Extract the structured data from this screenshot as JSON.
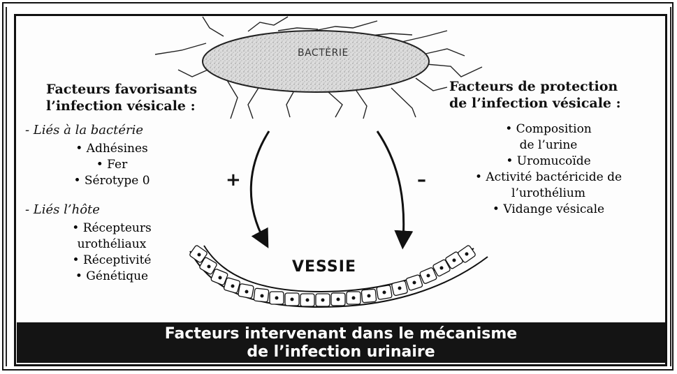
{
  "bacteria_label": "BACTÉRIE",
  "organ_label": "VESSIE",
  "left": {
    "heading_line1": "Facteurs favorisants",
    "heading_line2": "l’infection vésicale :",
    "group1_title": "- Liés à la bactérie",
    "group1_items": [
      "• Adhésines",
      "• Fer",
      "• Sérotype 0"
    ],
    "group2_title": "- Liés l’hôte",
    "group2_items": [
      "• Récepteurs",
      "urothéliaux",
      "• Réceptivité",
      "• Génétique"
    ]
  },
  "right": {
    "heading_line1": "Facteurs de protection",
    "heading_line2": "de l’infection vésicale :",
    "items": [
      "• Composition",
      "de l’urine",
      "• Uromucoïde",
      "• Activité bactéricide de",
      "l’urothélium",
      "• Vidange vésicale"
    ]
  },
  "plus_sign": "+",
  "minus_sign": "–",
  "caption_line1": "Facteurs intervenant dans le mécanisme",
  "caption_line2": "de l’infection urinaire"
}
